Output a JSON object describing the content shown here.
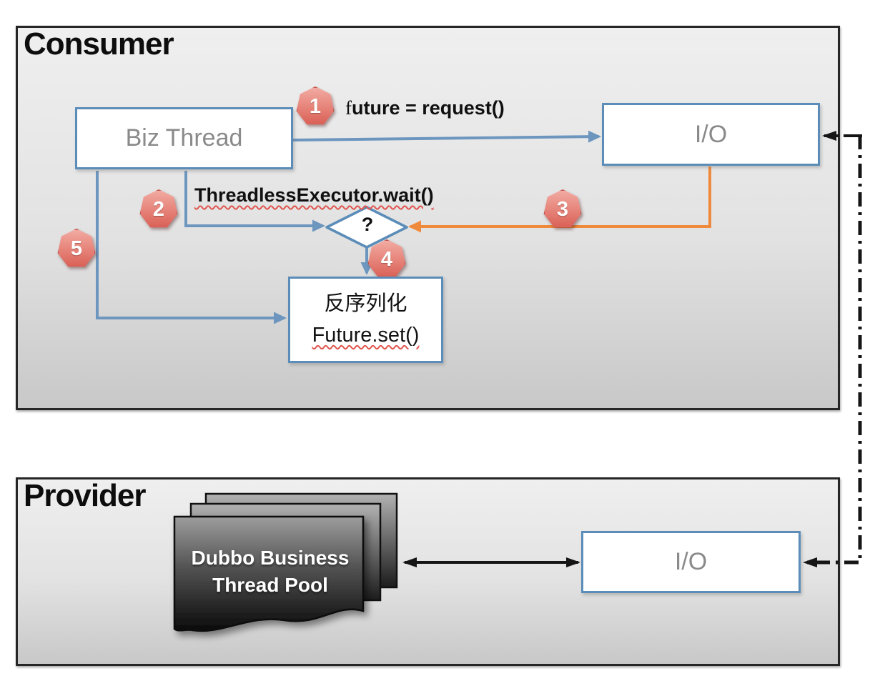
{
  "consumer": {
    "title": "Consumer",
    "nodes": {
      "biz_thread": "Biz Thread",
      "io": "I/O",
      "decision": "?",
      "deserialize_line1": "反序列化",
      "deserialize_line2": "Future.set()"
    },
    "labels": {
      "step1": "future = request()",
      "step2": "ThreadlessExecutor.wait()"
    },
    "badges": [
      "1",
      "2",
      "3",
      "4",
      "5"
    ]
  },
  "provider": {
    "title": "Provider",
    "nodes": {
      "thread_pool_line1": "Dubbo Business",
      "thread_pool_line2": "Thread Pool",
      "io": "I/O"
    }
  },
  "colors": {
    "node_border_blue": "#5b8db8",
    "arrow_blue": "#6d96bf",
    "arrow_orange": "#ef8a3d",
    "badge_red": "#dd675e",
    "panel_border": "#262626",
    "pool_dark": "#0b0b0b"
  }
}
